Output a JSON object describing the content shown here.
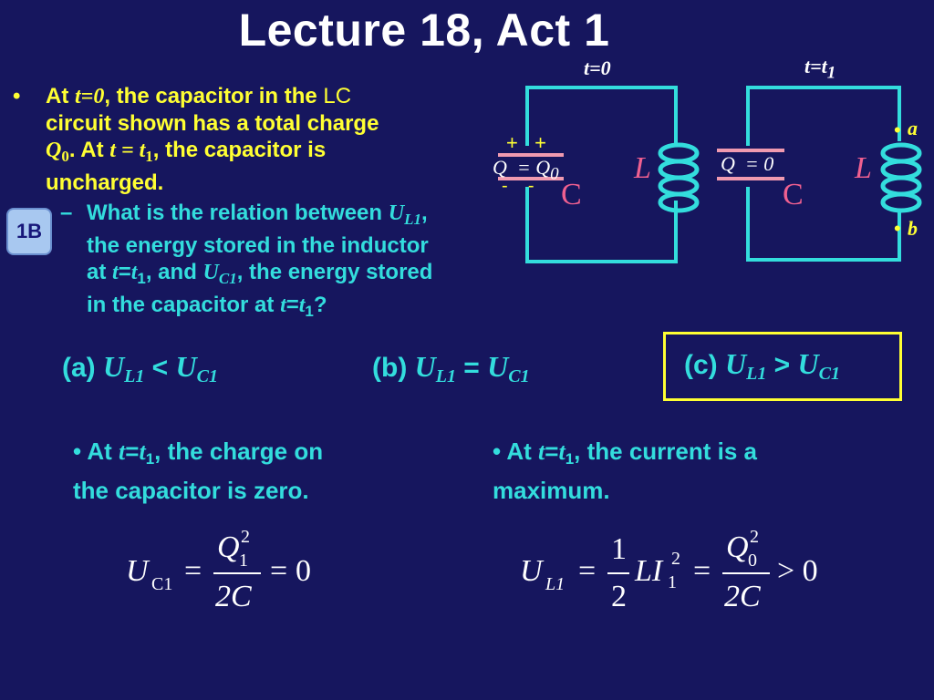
{
  "title": "Lecture 18, Act 1",
  "badge": "1B",
  "bullet1": {
    "marker": "•",
    "at": "At ",
    "t0": "t=0",
    "p1": ", the capacitor in the ",
    "lc": "LC",
    "p2": "circuit shown has a total charge",
    "Q": "Q",
    "zero": "0",
    "p3": ".  At ",
    "t_eq_t": "t = t",
    "one": "1",
    "p4": ", the capacitor is",
    "p5": "uncharged."
  },
  "bullet2": {
    "marker": "–",
    "l1a": "What is the relation between ",
    "U": "U",
    "L1": "L1",
    "comma": ",",
    "l2": "the energy stored in the inductor",
    "l3a": "at ",
    "t": "t",
    "eq": "=",
    "one": "1",
    "l3b": ", and ",
    "C1": "C1",
    "l3c": ", the energy stored",
    "l4a": "in the capacitor at ",
    "l4b": "?"
  },
  "circuit1": {
    "time_label": "t=0",
    "plus": "+   +",
    "charge": "Q  = Q",
    "charge_sub": "0",
    "minus": "-    -",
    "C": "C",
    "L": "L"
  },
  "circuit2": {
    "time_label": "t=t",
    "time_sub": "1",
    "charge": "Q  = 0",
    "C": "C",
    "L": "L",
    "a": "a",
    "b": "b",
    "dot": "•"
  },
  "answers": [
    {
      "label": "(a) ",
      "U1": "U",
      "s1": "L1",
      "op": " < ",
      "U2": "U",
      "s2": "C1"
    },
    {
      "label": "(b) ",
      "U1": "U",
      "s1": "L1",
      "op": " = ",
      "U2": "U",
      "s2": "C1"
    },
    {
      "label": "(c) ",
      "U1": "U",
      "s1": "L1",
      "op": " > ",
      "U2": "U",
      "s2": "C1"
    }
  ],
  "notes": [
    {
      "a": "• At ",
      "t": "t",
      "eq": "=",
      "sub": "1",
      "b": ", the charge on",
      "c": "the capacitor is zero."
    },
    {
      "a": "• At ",
      "t": "t",
      "eq": "=",
      "sub": "1",
      "b": ", the current is a",
      "c": "maximum."
    }
  ],
  "eq1": {
    "U": "U",
    "sub": "C1",
    "eq": "=",
    "Q": "Q",
    "qsub": "1",
    "sup": "2",
    "den": "2C",
    "eq2": "=",
    "res": "0"
  },
  "eq2": {
    "U": "U",
    "sub": "L1",
    "eq": "=",
    "num": "1",
    "den": "2",
    "LI": "LI",
    "isub": "1",
    "sup": "2",
    "eq2": "=",
    "Q": "Q",
    "qsub": "0",
    "qsup": "2",
    "den2": "2C",
    "gt": "> 0"
  },
  "colors": {
    "background": "#16165e",
    "yellow": "#ffff33",
    "cyan": "#33dddd",
    "wire": "#33dddd",
    "plate": "#f09ab0",
    "label_red": "#f06090"
  }
}
